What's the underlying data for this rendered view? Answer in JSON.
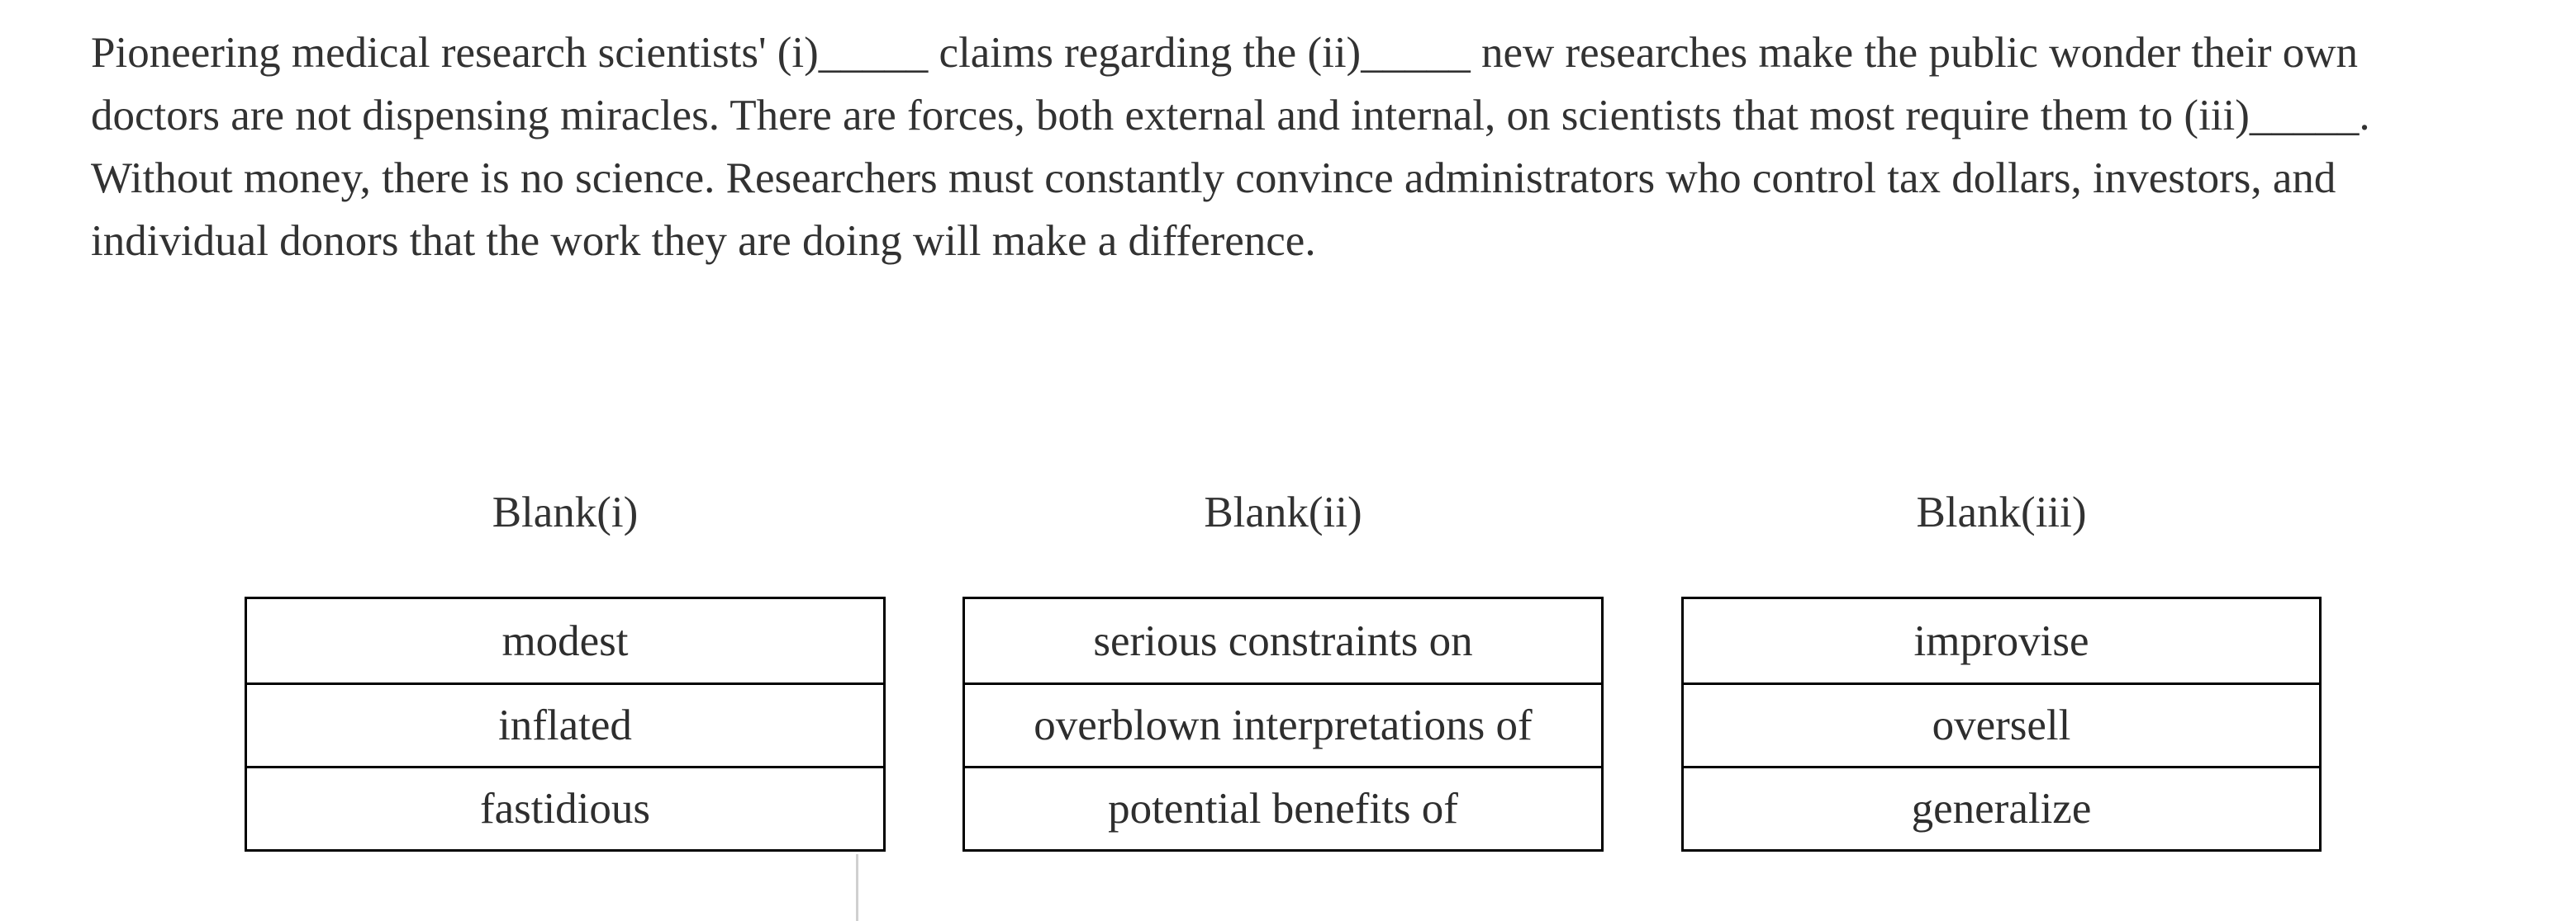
{
  "passage": {
    "lines": [
      "Pioneering medical research scientists' (i)_____ claims regarding the (ii)_____ new researches make the public wonder their own",
      "doctors are not dispensing miracles. There are forces, both external and internal, on scientists that most require them to (iii)_____.",
      "Without money, there is no science. Researchers must constantly convince administrators who control tax dollars, investors, and",
      "individual donors that the work they are doing will make a difference."
    ]
  },
  "blanks": {
    "columns": [
      {
        "label": "Blank(i)",
        "options": [
          "modest",
          "inflated",
          "fastidious"
        ]
      },
      {
        "label": "Blank(ii)",
        "options": [
          "serious constraints on",
          "overblown interpretations of",
          "potential benefits of"
        ]
      },
      {
        "label": "Blank(iii)",
        "options": [
          "improvise",
          "oversell",
          "generalize"
        ]
      }
    ]
  },
  "colors": {
    "background": "#ffffff",
    "text": "#323232",
    "option_text": "#2e2e2e",
    "table_border": "#000000",
    "faint_divider": "#d0d0d0"
  }
}
